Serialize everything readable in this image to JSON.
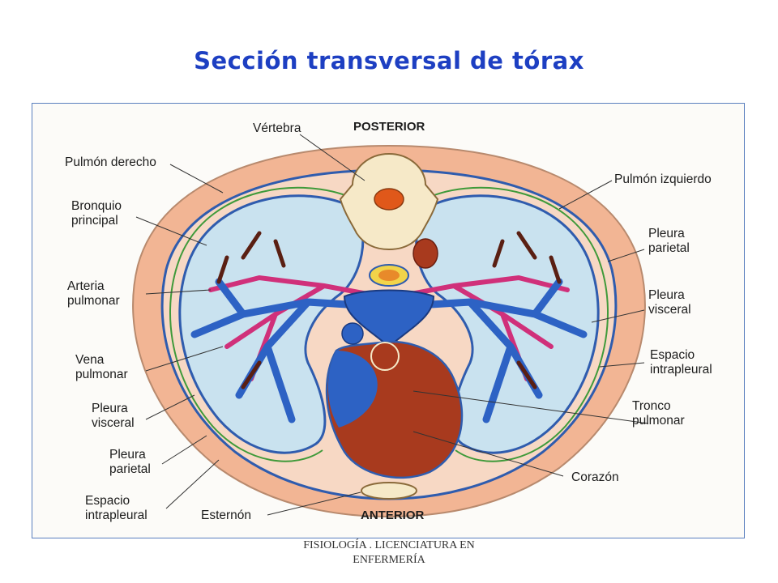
{
  "title": "Sección transversal de tórax",
  "orientation": {
    "top": "POSTERIOR",
    "bottom": "ANTERIOR"
  },
  "labels_left": [
    "Pulmón derecho",
    "Bronquio\nprincipal",
    "Arteria\npulmonar",
    "Vena\npulmonar",
    "Pleura\nvisceral",
    "Pleura\nparietal",
    "Espacio\nintrapleural"
  ],
  "labels_top": [
    "Vértebra"
  ],
  "labels_right": [
    "Pulmón izquierdo",
    "Pleura\nparietal",
    "Pleura\nvisceral",
    "Espacio\nintrapleural",
    "Tronco\npulmonar",
    "Corazón"
  ],
  "labels_bottom": [
    "Esternón"
  ],
  "footer": "FISIOLOGÍA . LICENCIATURA EN\nENFERMERÍA",
  "colors": {
    "title": "#1d3fc2",
    "chest_wall": "#f2b594",
    "pleura": "#2f5cae",
    "lung": "#c9e2ef",
    "vessel_blue": "#2d62c4",
    "vessel_pink": "#d0307a",
    "heart": "#a83a1e",
    "bronchus": "#5a1f12"
  }
}
